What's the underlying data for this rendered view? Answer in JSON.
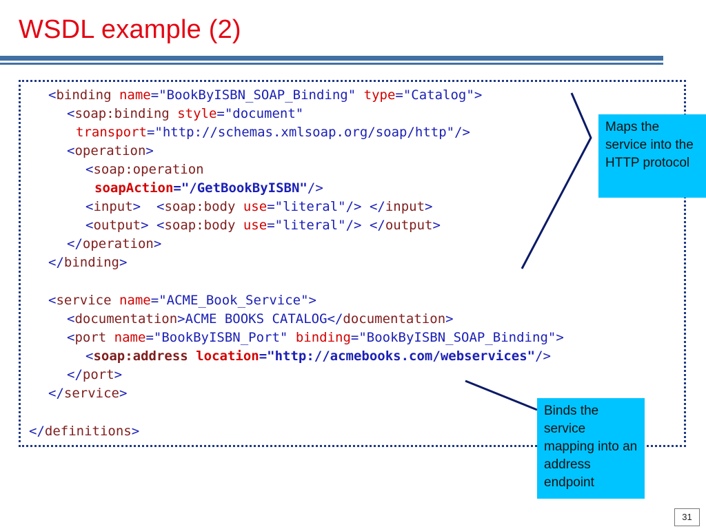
{
  "slide": {
    "title": "WSDL example (2)",
    "page_number": "31"
  },
  "code": {
    "l1": {
      "lt": "<",
      "tag": "binding",
      "a1": "name",
      "eq1": "=",
      "v1": "\"BookByISBN_SOAP_Binding\"",
      "a2": "type",
      "eq2": "=",
      "v2": "\"Catalog\"",
      "gt": ">"
    },
    "l2": {
      "lt": "<",
      "tag": "soap:binding",
      "a1": "style",
      "eq1": "=",
      "v1": "\"document\""
    },
    "l3": {
      "a1": "transport",
      "eq1": "=",
      "v1": "\"http://schemas.xmlsoap.org/soap/http\"",
      "end": "/>"
    },
    "l4": {
      "lt": "<",
      "tag": "operation",
      "gt": ">"
    },
    "l5": {
      "lt": "<",
      "tag": "soap:operation"
    },
    "l6": {
      "a1": "soapAction",
      "eq1": "=",
      "v1": "\"/GetBookByISBN\"",
      "end": "/>"
    },
    "l7": {
      "lt1": "<",
      "tag1": "input",
      "gt1": ">",
      "lt2": "<",
      "tag2": "soap:body",
      "a1": "use",
      "eq1": "=",
      "v1": "\"literal\"",
      "end": "/>",
      "lt3": "</",
      "tag3": "input",
      "gt3": ">"
    },
    "l8": {
      "lt1": "<",
      "tag1": "output",
      "gt1": ">",
      "lt2": "<",
      "tag2": "soap:body",
      "a1": "use",
      "eq1": "=",
      "v1": "\"literal\"",
      "end": "/>",
      "lt3": "</",
      "tag3": "output",
      "gt3": ">"
    },
    "l9": {
      "lt": "</",
      "tag": "operation",
      "gt": ">"
    },
    "l10": {
      "lt": "</",
      "tag": "binding",
      "gt": ">"
    },
    "l11": {
      "lt": "<",
      "tag": "service",
      "a1": "name",
      "eq1": "=",
      "v1": "\"ACME_Book_Service\"",
      "gt": ">"
    },
    "l12": {
      "lt1": "<",
      "tag1": "documentation",
      "gt1": ">",
      "text": "ACME BOOKS CATALOG",
      "lt2": "</",
      "tag2": "documentation",
      "gt2": ">"
    },
    "l13": {
      "lt": "<",
      "tag": "port",
      "a1": "name",
      "eq1": "=",
      "v1": "\"BookByISBN_Port\"",
      "a2": "binding",
      "eq2": "=",
      "v2": "\"BookByISBN_SOAP_Binding\"",
      "gt": ">"
    },
    "l14": {
      "lt": "<",
      "tag": "soap:address",
      "a1": "location",
      "eq1": "=",
      "v1": "\"http://acmebooks.com/webservices\"",
      "end": "/>"
    },
    "l15": {
      "lt": "</",
      "tag": "port",
      "gt": ">"
    },
    "l16": {
      "lt": "</",
      "tag": "service",
      "gt": ">"
    },
    "l17": {
      "lt": "</",
      "tag": "definitions",
      "gt": ">"
    }
  },
  "callouts": {
    "http_mapping": "Maps the service into the HTTP protocol",
    "address_binding": "Binds the service mapping into an address endpoint"
  },
  "colors": {
    "title": "#e30613",
    "rule": "#4170a3",
    "border": "#1f3a82",
    "callout": "#00c4ff",
    "tag_name": "#7f1d1d",
    "punctuation": "#1a1fb5",
    "attribute": "#d40000"
  }
}
